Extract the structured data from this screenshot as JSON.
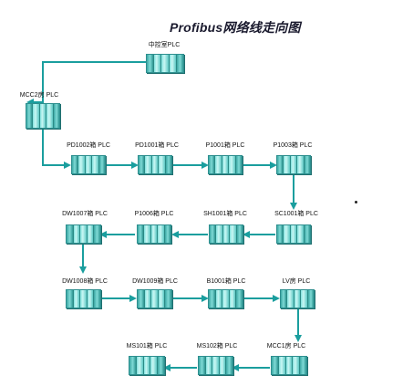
{
  "title": "Profibus网络线走向图",
  "colors": {
    "link": "#1a9e9e",
    "plc_body": "#6fd6d2",
    "plc_border": "#2e8f8f"
  },
  "nodes": {
    "central": "中控室PLC",
    "mcc2": "MCC2房 PLC",
    "pd1002": "PD1002箱 PLC",
    "pd1001": "PD1001箱 PLC",
    "p1001": "P1001箱 PLC",
    "p1003": "P1003箱 PLC",
    "dw1007": "DW1007箱 PLC",
    "p1006": "P1006箱 PLC",
    "sh1001": "SH1001箱 PLC",
    "sc1001": "SC1001箱 PLC",
    "dw1008": "DW1008箱 PLC",
    "dw1009": "DW1009箱 PLC",
    "b1001": "B1001箱 PLC",
    "lv": "LV房 PLC",
    "ms101": "MS101箱 PLC",
    "ms102": "MS102箱 PLC",
    "mcc1": "MCC1房 PLC"
  }
}
